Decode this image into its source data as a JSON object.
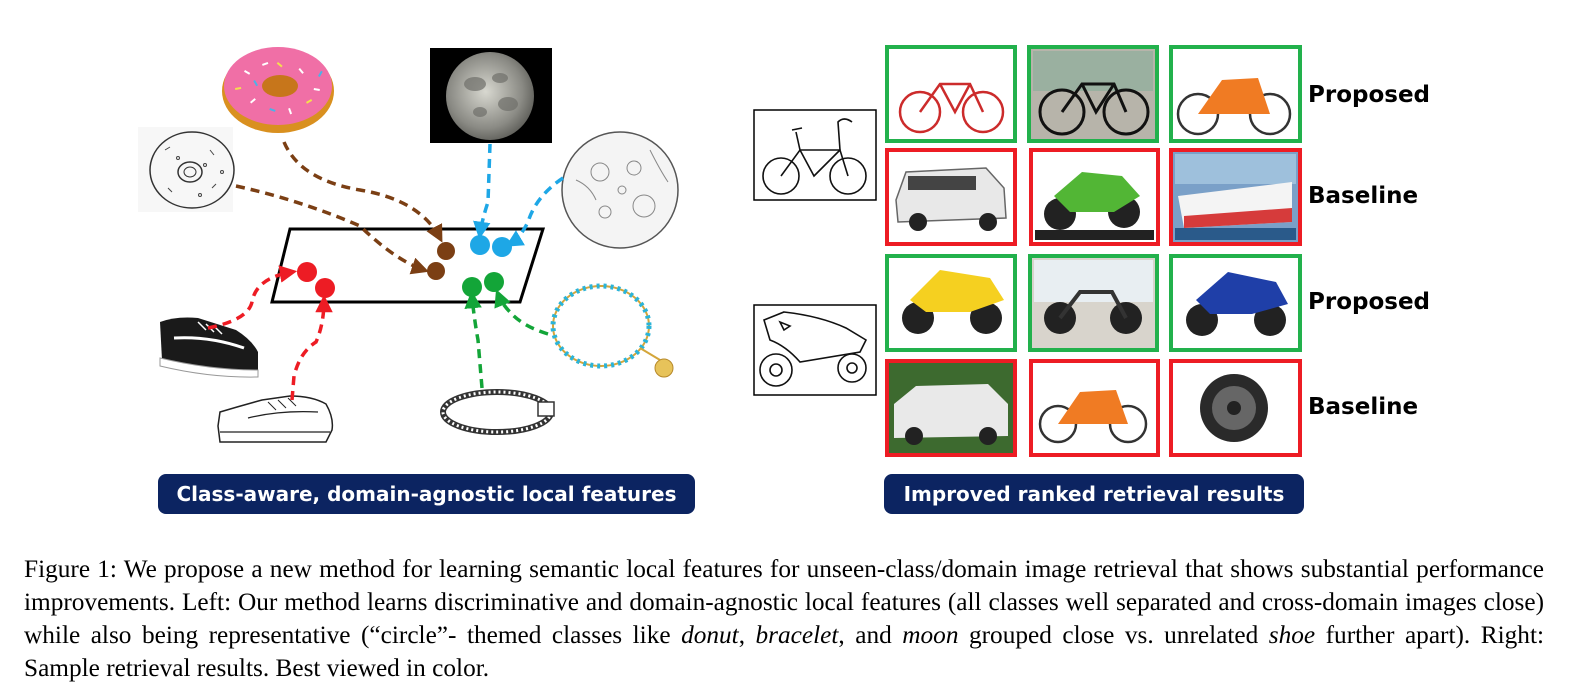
{
  "left_panel": {
    "label": "Class-aware, domain-agnostic local features"
  },
  "right_panel": {
    "label": "Improved ranked retrieval results",
    "rows": [
      {
        "label": "Proposed",
        "outcomes": [
          "correct",
          "correct",
          "correct"
        ]
      },
      {
        "label": "Baseline",
        "outcomes": [
          "wrong",
          "wrong",
          "wrong"
        ]
      },
      {
        "label": "Proposed",
        "outcomes": [
          "correct",
          "correct",
          "correct"
        ]
      },
      {
        "label": "Baseline",
        "outcomes": [
          "wrong",
          "wrong",
          "wrong"
        ]
      }
    ],
    "colors": {
      "correct": "#22b14c",
      "wrong": "#ed1c24"
    }
  },
  "colors": {
    "donut": "#7b3f14",
    "moon": "#1ea7e6",
    "shoe": "#ed1c24",
    "bracelet": "#13a538",
    "label_bg": "#0c2461"
  },
  "caption": {
    "part1": "Figure 1: We propose a new method for learning semantic local features for unseen-class/domain image retrieval that shows substantial performance improvements.  Left: Our method learns discriminative and domain-agnostic local features (all classes well separated and cross-domain images close) while also being representative (“circle”- themed classes like ",
    "donut": "donut",
    "sep1": ", ",
    "bracelet": "bracelet",
    "part2": ", and ",
    "moon": "moon",
    "part3": " grouped close vs. unrelated ",
    "shoe": "shoe",
    "part4": " further apart). Right: Sample retrieval results. Best viewed in color."
  }
}
